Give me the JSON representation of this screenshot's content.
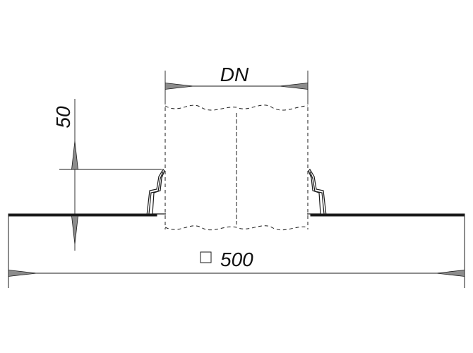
{
  "drawing": {
    "dimension_top_label": "DN",
    "dimension_height_label": "50",
    "dimension_width_label": "500",
    "square_symbol_icon": "square-outline-icon",
    "line_color": "#1a1a1a",
    "arrow_fill": "#8c8c8c"
  }
}
